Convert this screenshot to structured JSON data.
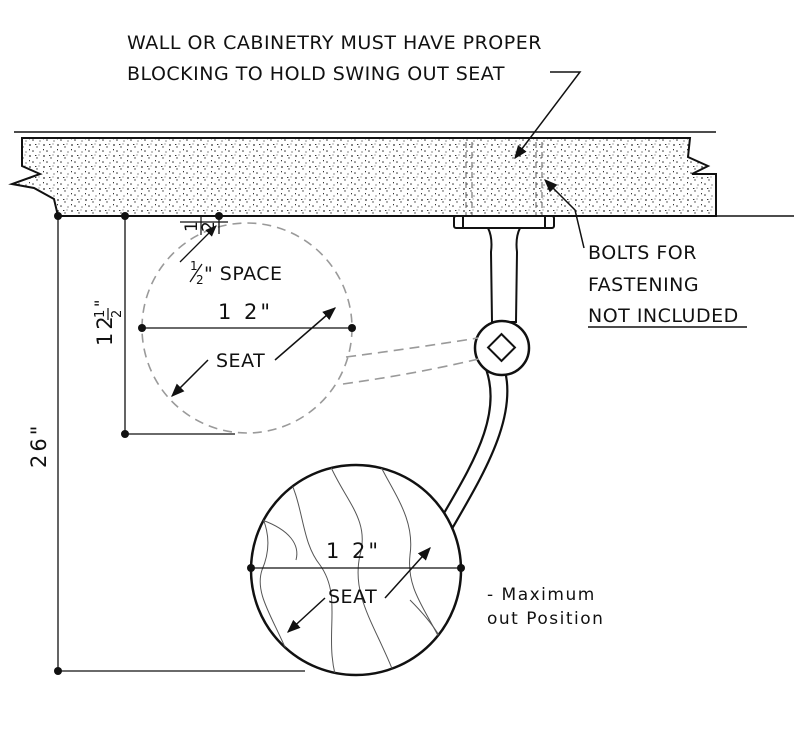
{
  "notes": {
    "blocking_line1": "WALL OR CABINETRY MUST HAVE PROPER",
    "blocking_line2": "BLOCKING TO HOLD SWING OUT SEAT",
    "bolts_line1": "BOLTS FOR",
    "bolts_line2": "FASTENING",
    "bolts_line3": "NOT INCLUDED",
    "space_fraction_num": "1",
    "space_fraction_den": "2",
    "space_label": "\" SPACE",
    "max_line1": "- Maximum",
    "max_line2": "out Position"
  },
  "dimensions": {
    "stowed_seat_diameter": "1 2\"",
    "stowed_seat_label": "SEAT",
    "extended_seat_diameter": "1 2\"",
    "extended_seat_label": "SEAT",
    "height_stowed_whole": "12",
    "height_stowed_num": "1",
    "height_stowed_den": "2",
    "height_stowed_unit": "\"",
    "height_max": "26\"",
    "gap_num": "1",
    "gap_den": "2"
  },
  "colors": {
    "line": "#111111",
    "hidden": "#9a9a9a",
    "wall_fill": "#f2f2f2"
  }
}
